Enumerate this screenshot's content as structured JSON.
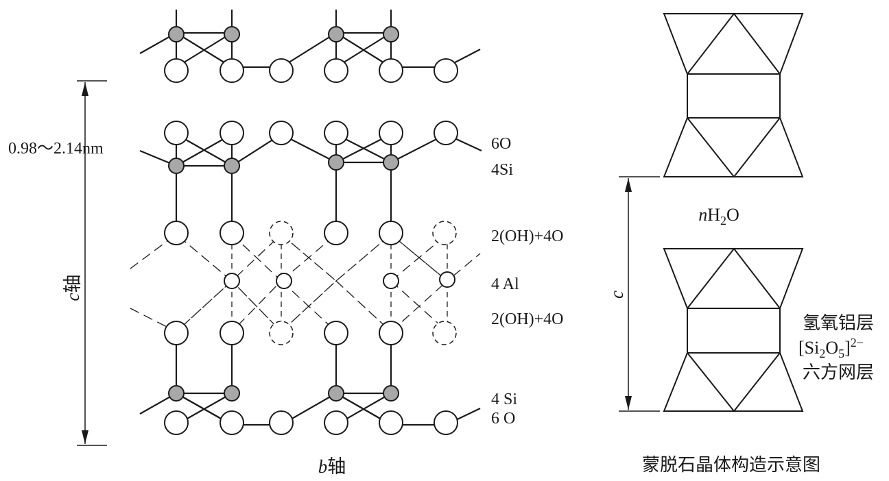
{
  "left_diagram": {
    "dimension_label": "0.98～2.14nm",
    "c_axis_letter": "c",
    "c_axis_suffix": "轴",
    "b_axis_letter": "b",
    "b_axis_suffix": "轴",
    "layer_labels": {
      "top_oxygen": "6O",
      "top_silicon": "4Si",
      "upper_hydroxyl": "2(OH)+4O",
      "aluminum": "4 Al",
      "lower_hydroxyl": "2(OH)+4O",
      "bottom_silicon": "4 Si",
      "bottom_oxygen": "6 O"
    }
  },
  "right_diagram": {
    "c_axis_letter": "c",
    "water_prefix": "n",
    "water_formula_h": "H",
    "water_formula_sub": "2",
    "water_formula_o": "O",
    "legend": {
      "line1": "氢氧铝层",
      "line2_prefix": "[Si",
      "line2_sub1": "2",
      "line2_mid": "O",
      "line2_sub2": "5",
      "line2_end": "]",
      "line2_charge": "2−",
      "line3": "六方网层"
    },
    "caption": "蒙脱石晶体构造示意图"
  },
  "colors": {
    "line": "#1a1a1a",
    "silicon_fill": "#a8a8a8",
    "oxygen_fill": "#ffffff"
  }
}
